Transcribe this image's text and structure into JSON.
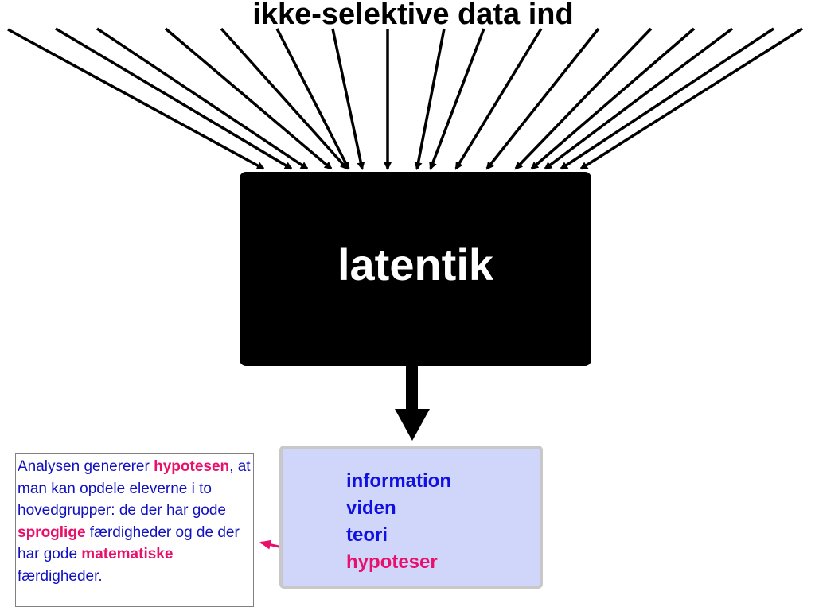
{
  "title": "ikke-selektive data ind",
  "process": {
    "label": "latentik"
  },
  "outputs": {
    "items": [
      "information",
      "viden",
      "teori",
      "hypoteser"
    ]
  },
  "note": {
    "part1": "Analysen genererer ",
    "highlight1": "hypotesen",
    "part2": ", at man kan opdele eleverne i to hovedgrupper: de der har gode ",
    "highlight2": "sproglige",
    "part3": " færdigheder og de der har gode ",
    "highlight3": "matematiske",
    "part4": " færdigheder."
  },
  "colors": {
    "text_blue": "#1010e0",
    "accent_pink": "#e8106a",
    "box_fill": "#d0d6fa",
    "box_border": "#c8c8c8",
    "black": "#000000"
  }
}
